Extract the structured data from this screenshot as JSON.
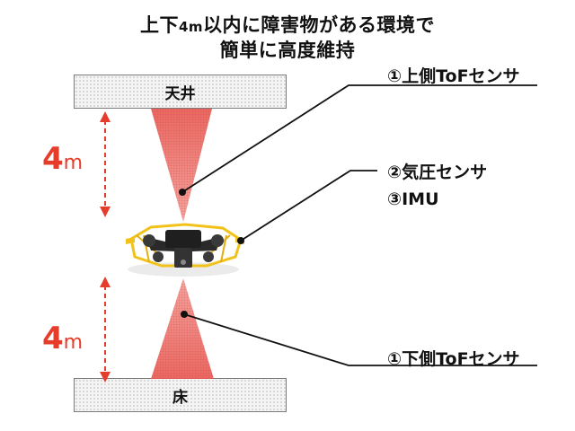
{
  "title": {
    "line1_a": "上下",
    "line1_b": "4m",
    "line1_c": "以内に障害物がある環境で",
    "line2": "簡単に高度維持"
  },
  "ceiling": {
    "label": "天井"
  },
  "floor": {
    "label": "床"
  },
  "distance_top": {
    "number": "4",
    "unit": "m"
  },
  "distance_bottom": {
    "number": "4",
    "unit": "m"
  },
  "labels": {
    "upper_tof": "①上側ToFセンサ",
    "barometer": "②気圧センサ",
    "imu": "③IMU",
    "lower_tof": "①下側ToFセンサ"
  },
  "colors": {
    "beam": "#e8605a",
    "arrow": "#e53c2b",
    "drone_frame": "#f2c21b",
    "drone_body": "#2a2a2a"
  }
}
